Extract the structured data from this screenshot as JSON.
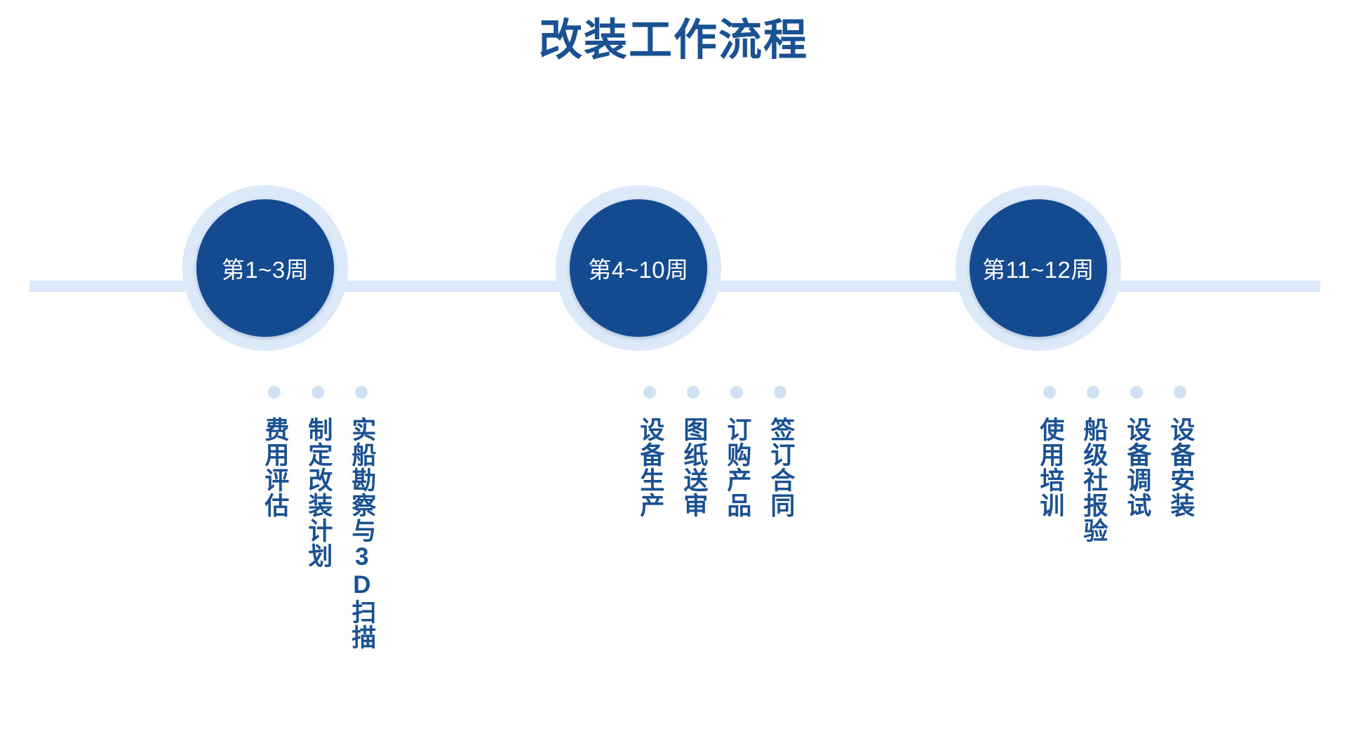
{
  "title": "改装工作流程",
  "colors": {
    "primary_dark_blue": "#134a90",
    "title_blue": "#1a5192",
    "ring_light_blue": "#dbe9f9",
    "dot_blue": "#cfe2f5",
    "background": "#ffffff"
  },
  "diagram": {
    "type": "timeline",
    "orientation": "horizontal",
    "stage_count": 3,
    "stages": [
      {
        "id": "stage-1",
        "circle_label": "第1~3周",
        "items": [
          {
            "label": "实船勘察与3D扫描"
          },
          {
            "label": "制定改装计划"
          },
          {
            "label": "费用评估"
          }
        ]
      },
      {
        "id": "stage-2",
        "circle_label": "第4~10周",
        "items": [
          {
            "label": "签订合同"
          },
          {
            "label": "订购产品"
          },
          {
            "label": "图纸送审"
          },
          {
            "label": "设备生产"
          }
        ]
      },
      {
        "id": "stage-3",
        "circle_label": "第11~12周",
        "items": [
          {
            "label": "设备安装"
          },
          {
            "label": "设备调试"
          },
          {
            "label": "船级社报验"
          },
          {
            "label": "使用培训"
          }
        ]
      }
    ]
  }
}
